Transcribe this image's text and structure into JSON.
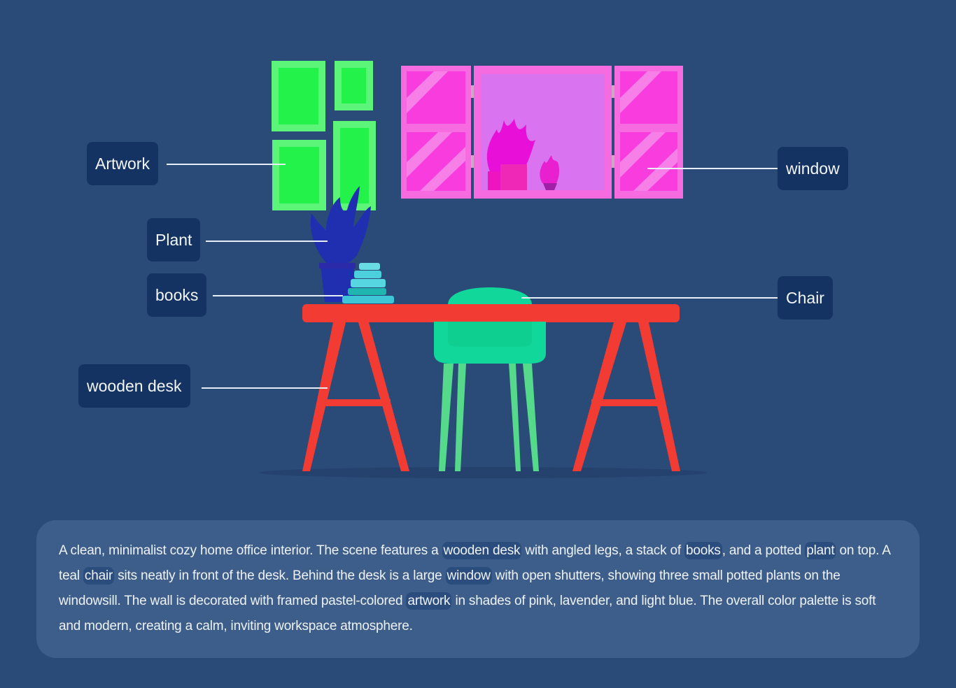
{
  "labels": {
    "artwork": "Artwork",
    "plant": "Plant",
    "books": "books",
    "wooden_desk": "wooden desk",
    "window": "window",
    "chair": "Chair"
  },
  "colors": {
    "background": "#2a4a78",
    "label_bg": "#143363",
    "artwork_green": "#22f24a",
    "window_pink": "#f76be0",
    "desk_red": "#f23b32",
    "chair_teal": "#12d79a",
    "plant_blue": "#1f2fb0",
    "books_cyan": "#3fc6d6"
  },
  "caption": {
    "segments": [
      {
        "text": "A clean, minimalist cozy home office interior. The scene features a ",
        "hl": false
      },
      {
        "text": "wooden desk",
        "hl": true
      },
      {
        "text": " with angled legs, a stack of ",
        "hl": false
      },
      {
        "text": "books",
        "hl": true
      },
      {
        "text": ", and a potted ",
        "hl": false
      },
      {
        "text": "plant",
        "hl": true
      },
      {
        "text": " on top. A teal ",
        "hl": false
      },
      {
        "text": "chair",
        "hl": true
      },
      {
        "text": " sits neatly in front of the desk. Behind the desk is a large ",
        "hl": false
      },
      {
        "text": "window",
        "hl": true
      },
      {
        "text": " with open shutters, showing three small potted plants on the windowsill. The wall is decorated with framed pastel-colored ",
        "hl": false
      },
      {
        "text": "artwork",
        "hl": true
      },
      {
        "text": " in shades of pink, lavender, and light blue. The overall color palette is soft and modern, creating a calm, inviting workspace atmosphere.",
        "hl": false
      }
    ]
  }
}
